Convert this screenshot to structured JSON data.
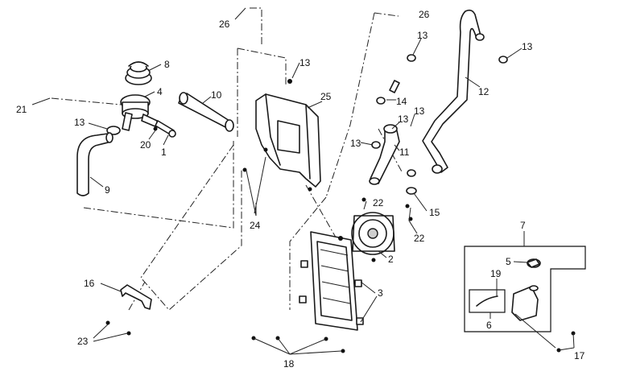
{
  "callouts": [
    {
      "id": "c21",
      "text": "21"
    },
    {
      "id": "c8",
      "text": "8"
    },
    {
      "id": "c4",
      "text": "4"
    },
    {
      "id": "c10",
      "text": "10"
    },
    {
      "id": "c13a",
      "text": "13"
    },
    {
      "id": "c20",
      "text": "20"
    },
    {
      "id": "c1",
      "text": "1"
    },
    {
      "id": "c9",
      "text": "9"
    },
    {
      "id": "c26a",
      "text": "26"
    },
    {
      "id": "c13b",
      "text": "13"
    },
    {
      "id": "c25",
      "text": "25"
    },
    {
      "id": "c24",
      "text": "24"
    },
    {
      "id": "c26b",
      "text": "26"
    },
    {
      "id": "c13c",
      "text": "13"
    },
    {
      "id": "c13d",
      "text": "13"
    },
    {
      "id": "c12",
      "text": "12"
    },
    {
      "id": "c14",
      "text": "14"
    },
    {
      "id": "c13e",
      "text": "13"
    },
    {
      "id": "c13f",
      "text": "13"
    },
    {
      "id": "c13g",
      "text": "13"
    },
    {
      "id": "c11",
      "text": "11"
    },
    {
      "id": "c22a",
      "text": "22"
    },
    {
      "id": "c15",
      "text": "15"
    },
    {
      "id": "c22b",
      "text": "22"
    },
    {
      "id": "c2",
      "text": "2"
    },
    {
      "id": "c3",
      "text": "3"
    },
    {
      "id": "c16",
      "text": "16"
    },
    {
      "id": "c23",
      "text": "23"
    },
    {
      "id": "c18",
      "text": "18"
    },
    {
      "id": "c7",
      "text": "7"
    },
    {
      "id": "c5",
      "text": "5"
    },
    {
      "id": "c19",
      "text": "19"
    },
    {
      "id": "c6",
      "text": "6"
    },
    {
      "id": "c17",
      "text": "17"
    }
  ]
}
